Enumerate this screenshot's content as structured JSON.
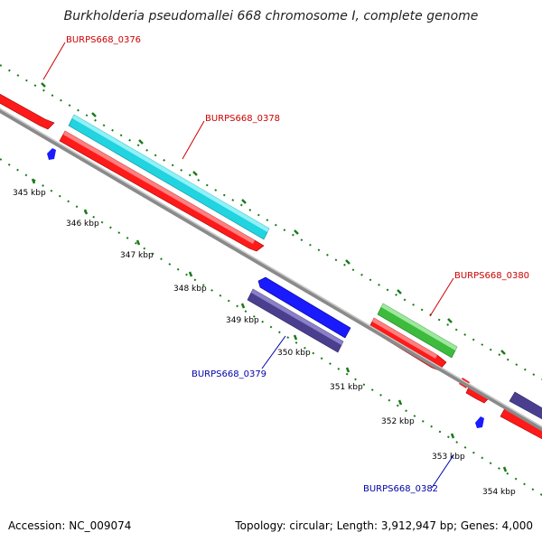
{
  "title": "Burkholderia pseudomallei 668 chromosome I, complete genome",
  "footer": {
    "accession": "Accession: NC_009074",
    "stats": "Topology: circular; Length: 3,912,947 bp; Genes: 4,000"
  },
  "colors": {
    "forward_cds": "#ff1a1a",
    "reverse_cds": "#1a1aff",
    "rrna_like": "#22d3e0",
    "trna_like": "#3dbb3d",
    "other_cds": "#4a3f8f",
    "backbone": "#8a8a8a",
    "tick": "#1a7a1a",
    "forward_label": "#cc0000",
    "reverse_label": "#0000aa"
  },
  "scale": {
    "unit": "kbp",
    "ticks": [
      "345 kbp",
      "346 kbp",
      "347 kbp",
      "348 kbp",
      "349 kbp",
      "350 kbp",
      "351 kbp",
      "352 kbp",
      "353 kbp",
      "354 kbp"
    ]
  },
  "gene_labels": {
    "g0376": "BURPS668_0376",
    "g0378": "BURPS668_0378",
    "g0380": "BURPS668_0380",
    "g0379": "BURPS668_0379",
    "g0382": "BURPS668_0382"
  }
}
